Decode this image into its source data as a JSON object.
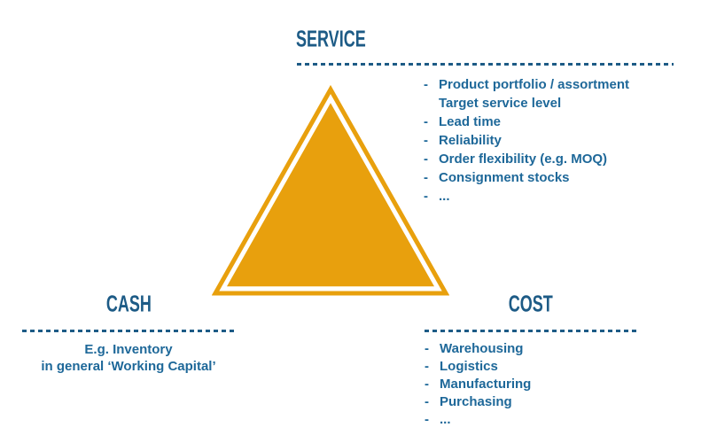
{
  "colors": {
    "orange": "#E8A00D",
    "header_blue": "#1D5B86",
    "body_blue": "#1E6899",
    "background": "#FFFFFF"
  },
  "service": {
    "title": "SERVICE",
    "items": [
      {
        "dash": "-",
        "text": "Product portfolio / assortment"
      },
      {
        "dash": "",
        "text": "Target service level"
      },
      {
        "dash": "-",
        "text": "Lead time"
      },
      {
        "dash": "-",
        "text": "Reliability"
      },
      {
        "dash": "-",
        "text": "Order flexibility (e.g. MOQ)"
      },
      {
        "dash": "-",
        "text": "Consignment stocks"
      },
      {
        "dash": "-",
        "text": "..."
      }
    ]
  },
  "cash": {
    "title": "CASH",
    "lines": [
      "E.g. Inventory",
      "in general ‘Working Capital’"
    ]
  },
  "cost": {
    "title": "COST",
    "items": [
      {
        "dash": "-",
        "text": "Warehousing"
      },
      {
        "dash": "-",
        "text": "Logistics"
      },
      {
        "dash": "-",
        "text": "Manufacturing"
      },
      {
        "dash": "-",
        "text": "Purchasing"
      },
      {
        "dash": "-",
        "text": "..."
      }
    ]
  }
}
